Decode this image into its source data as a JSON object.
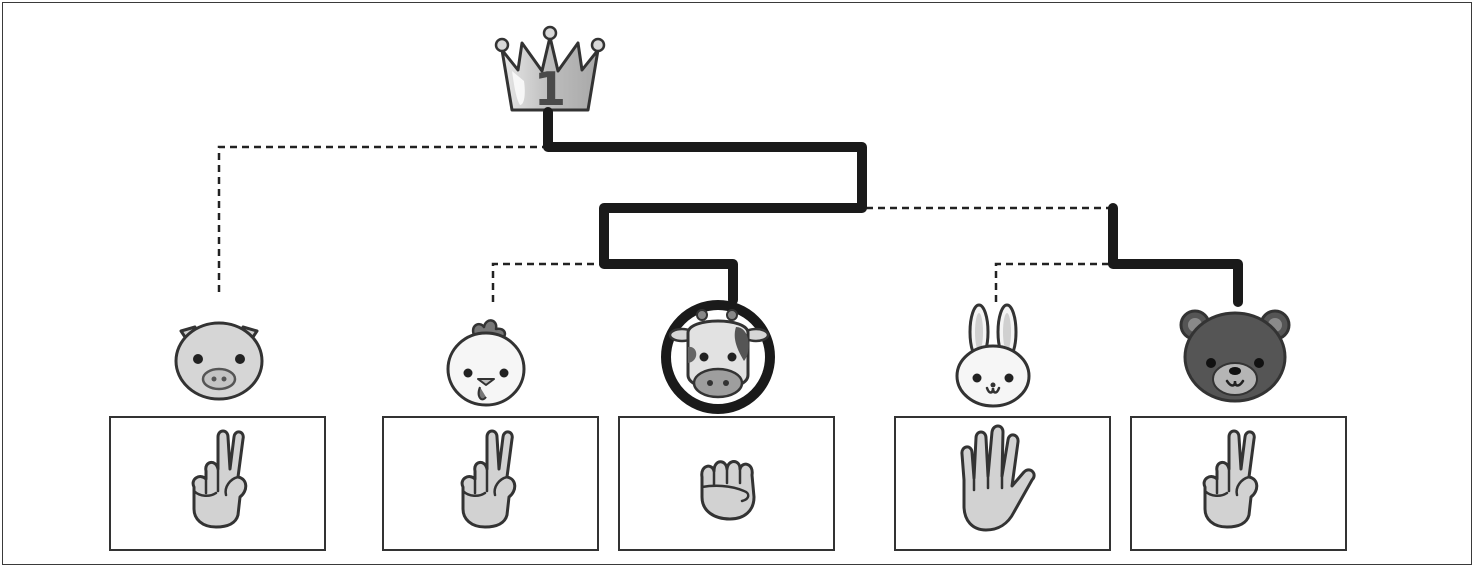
{
  "winner_rank": "1",
  "colors": {
    "line": "#1a1a1a",
    "outline": "#333333",
    "light_fill": "#d9d9d9",
    "dark_fill": "#555555",
    "crown": "#c9c9c9"
  },
  "players": [
    {
      "animal": "pig",
      "hand": "scissors",
      "winner": false
    },
    {
      "animal": "chicken",
      "hand": "scissors",
      "winner": false
    },
    {
      "animal": "cow",
      "hand": "rock",
      "winner": true
    },
    {
      "animal": "rabbit",
      "hand": "paper",
      "winner": false
    },
    {
      "animal": "bear",
      "hand": "scissors",
      "winner": false
    }
  ]
}
